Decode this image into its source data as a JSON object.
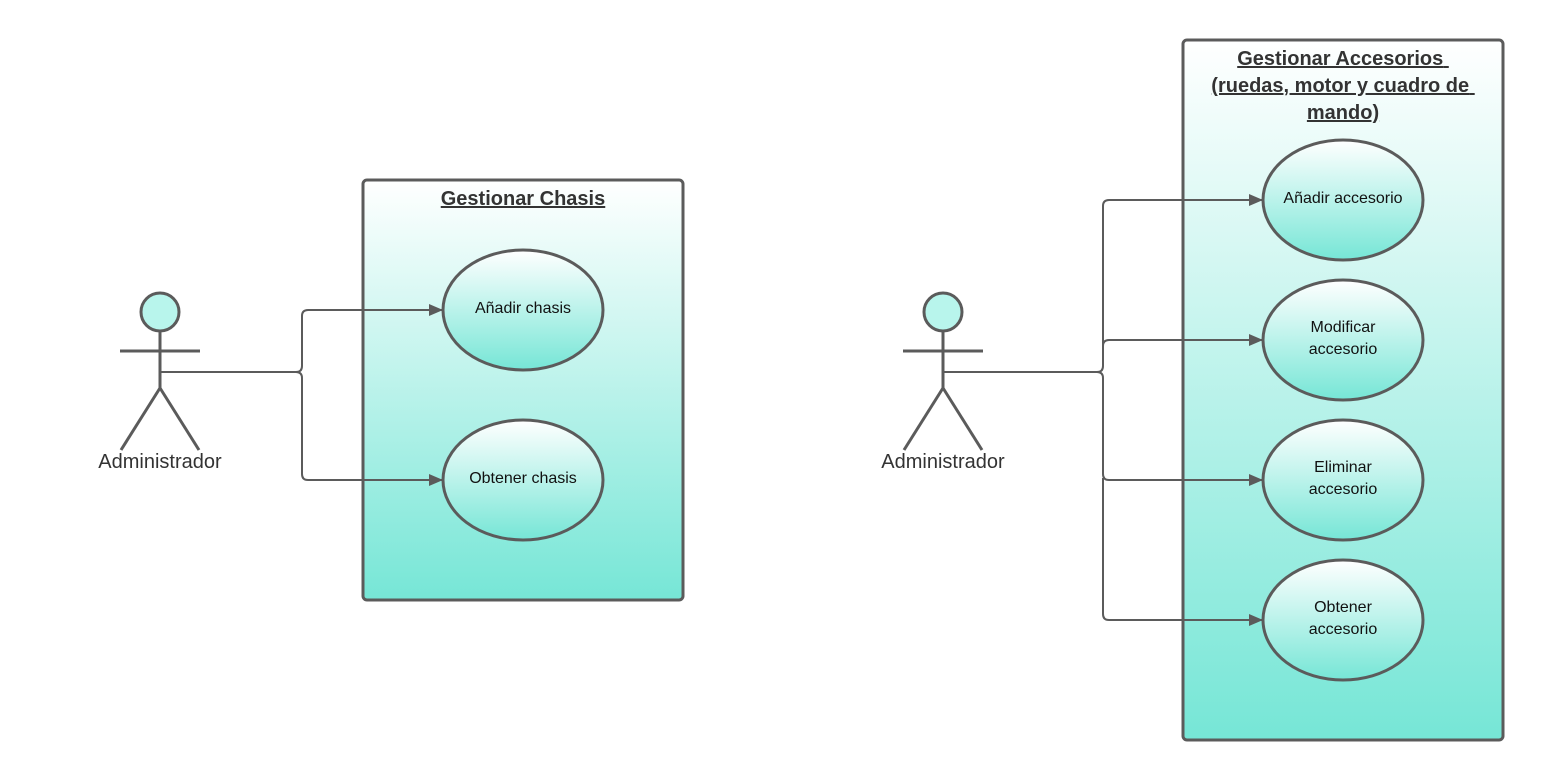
{
  "colors": {
    "stroke": "#5b5b5b",
    "fill_top": "#ffffff",
    "fill_bottom": "#76e6d6",
    "actor_head": "#b8f5ec"
  },
  "left": {
    "system_title": "Gestionar Chasis",
    "actor": "Administrador",
    "use_cases": [
      "Añadir chasis",
      "Obtener chasis"
    ]
  },
  "right": {
    "system_title": [
      "Gestionar Accesorios",
      "(ruedas, motor y cuadro de",
      "mando)"
    ],
    "actor": "Administrador",
    "use_cases": [
      [
        "Añadir accesorio"
      ],
      [
        "Modificar",
        "accesorio"
      ],
      [
        "Eliminar",
        "accesorio"
      ],
      [
        "Obtener",
        "accesorio"
      ]
    ]
  }
}
